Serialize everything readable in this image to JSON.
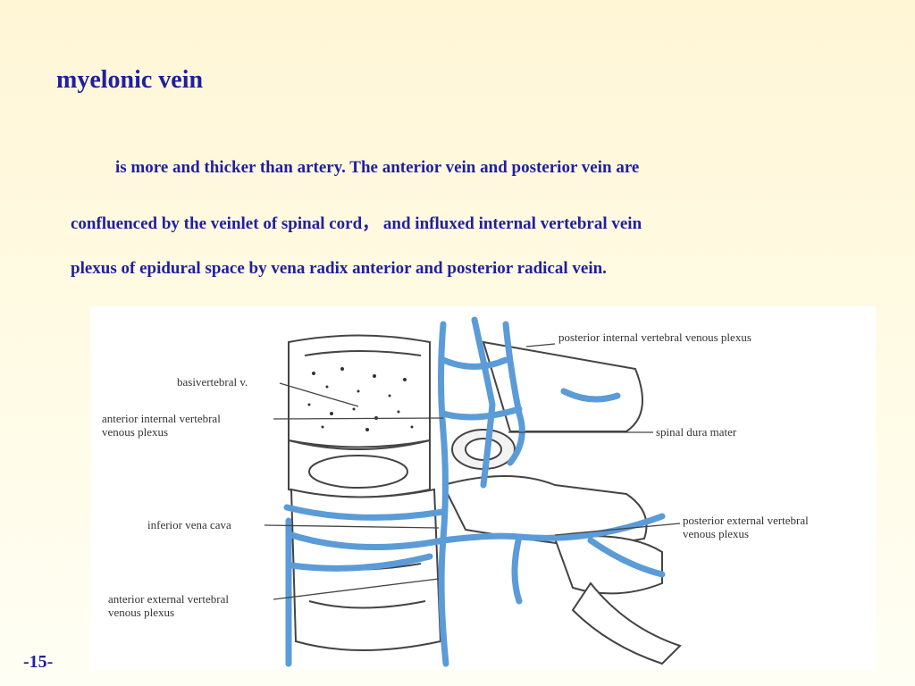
{
  "slide": {
    "title": "myelonic vein",
    "paragraph_lines": [
      "is more and thicker than artery. The anterior vein and posterior vein are",
      "confluenced by the veinlet of spinal cord，  and influxed internal vertebral vein",
      "plexus of epidural space by vena radix anterior and posterior radical vein."
    ],
    "page_number": "-15-"
  },
  "figure": {
    "labels": {
      "posterior_internal": "posterior internal vertebral venous plexus",
      "basivertebral": "basivertebral v.",
      "anterior_internal_1": "anterior internal vertebral",
      "anterior_internal_2": "venous plexus",
      "spinal_dura": "spinal dura mater",
      "inferior_vena_cava": "inferior vena cava",
      "posterior_external_1": "posterior external vertebral",
      "posterior_external_2": "venous plexus",
      "anterior_external_1": "anterior external vertebral",
      "anterior_external_2": "venous plexus"
    },
    "colors": {
      "vein": "#5b9bd8",
      "line": "#444444"
    }
  }
}
